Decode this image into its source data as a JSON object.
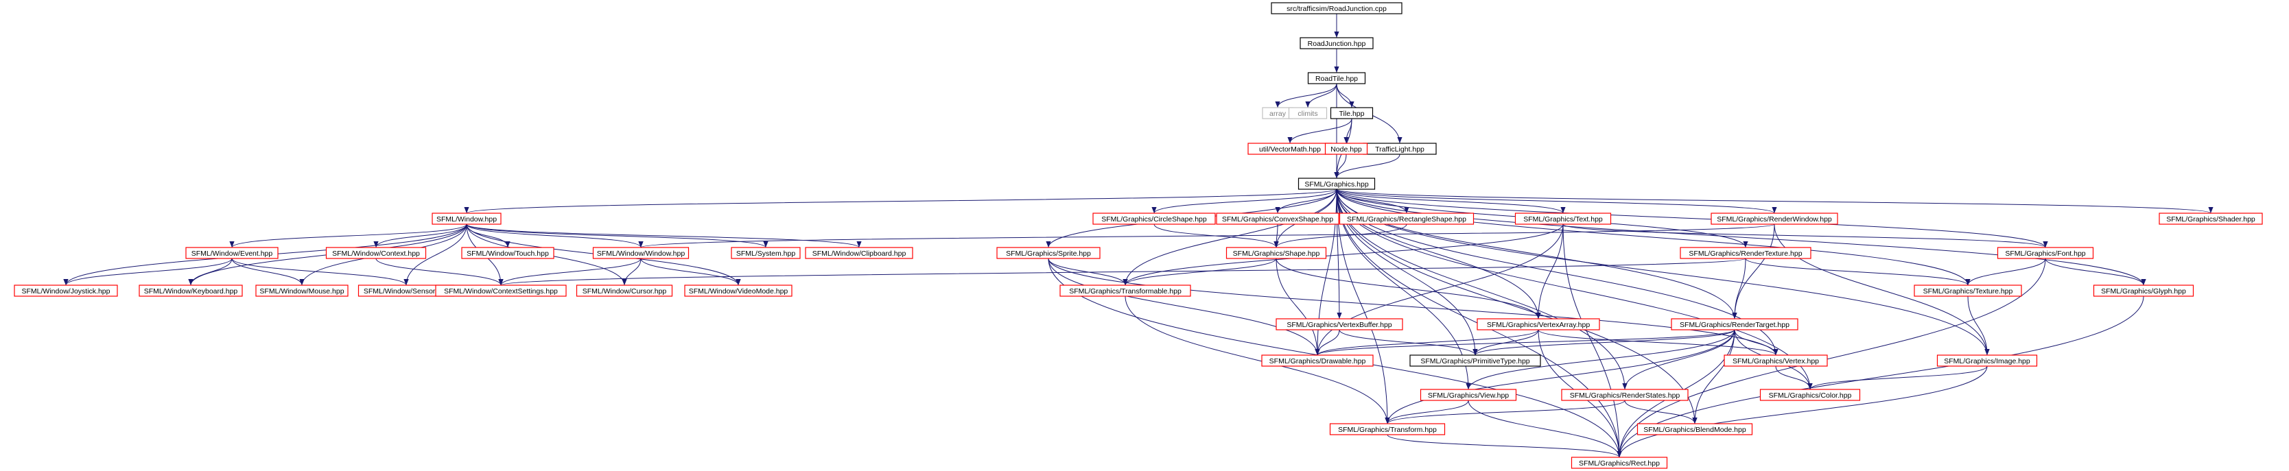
{
  "colors": {
    "edge": "#191970",
    "edge_gray": "#c0c0c0",
    "node_border_black": "#000000",
    "node_border_red": "#ff0000",
    "node_border_gray": "#c0c0c0",
    "root_fill": "#bfbfbf",
    "text_gray": "#7f7f7f"
  },
  "nodes": [
    {
      "id": "root",
      "label": "src/trafficsim/RoadJunction.cpp",
      "style": "root"
    },
    {
      "id": "rj",
      "label": "RoadJunction.hpp",
      "style": "black"
    },
    {
      "id": "rt",
      "label": "RoadTile.hpp",
      "style": "black"
    },
    {
      "id": "array",
      "label": "array",
      "style": "gray"
    },
    {
      "id": "climits",
      "label": "climits",
      "style": "gray"
    },
    {
      "id": "tile",
      "label": "Tile.hpp",
      "style": "black"
    },
    {
      "id": "tl",
      "label": "TrafficLight.hpp",
      "style": "black"
    },
    {
      "id": "vecmath",
      "label": "util/VectorMath.hpp",
      "style": "red"
    },
    {
      "id": "node",
      "label": "Node.hpp",
      "style": "red"
    },
    {
      "id": "gfx",
      "label": "SFML/Graphics.hpp",
      "style": "black"
    },
    {
      "id": "window",
      "label": "SFML/Window.hpp",
      "style": "red"
    },
    {
      "id": "circ",
      "label": "SFML/Graphics/CircleShape.hpp",
      "style": "red"
    },
    {
      "id": "conv",
      "label": "SFML/Graphics/ConvexShape.hpp",
      "style": "red"
    },
    {
      "id": "rect",
      "label": "SFML/Graphics/RectangleShape.hpp",
      "style": "red"
    },
    {
      "id": "text",
      "label": "SFML/Graphics/Text.hpp",
      "style": "red"
    },
    {
      "id": "rwin",
      "label": "SFML/Graphics/RenderWindow.hpp",
      "style": "red"
    },
    {
      "id": "shader",
      "label": "SFML/Graphics/Shader.hpp",
      "style": "red"
    },
    {
      "id": "event",
      "label": "SFML/Window/Event.hpp",
      "style": "red"
    },
    {
      "id": "wctx",
      "label": "SFML/Window/Context.hpp",
      "style": "red"
    },
    {
      "id": "touch",
      "label": "SFML/Window/Touch.hpp",
      "style": "red"
    },
    {
      "id": "wwin",
      "label": "SFML/Window/Window.hpp",
      "style": "red"
    },
    {
      "id": "system",
      "label": "SFML/System.hpp",
      "style": "red"
    },
    {
      "id": "clip",
      "label": "SFML/Window/Clipboard.hpp",
      "style": "red"
    },
    {
      "id": "sprite",
      "label": "SFML/Graphics/Sprite.hpp",
      "style": "red"
    },
    {
      "id": "shape",
      "label": "SFML/Graphics/Shape.hpp",
      "style": "red"
    },
    {
      "id": "rtex",
      "label": "SFML/Graphics/RenderTexture.hpp",
      "style": "red"
    },
    {
      "id": "font",
      "label": "SFML/Graphics/Font.hpp",
      "style": "red"
    },
    {
      "id": "joy",
      "label": "SFML/Window/Joystick.hpp",
      "style": "red"
    },
    {
      "id": "kbd",
      "label": "SFML/Window/Keyboard.hpp",
      "style": "red"
    },
    {
      "id": "mouse",
      "label": "SFML/Window/Mouse.hpp",
      "style": "red"
    },
    {
      "id": "sensor",
      "label": "SFML/Window/Sensor.hpp",
      "style": "red"
    },
    {
      "id": "ctxset",
      "label": "SFML/Window/ContextSettings.hpp",
      "style": "red"
    },
    {
      "id": "cursor",
      "label": "SFML/Window/Cursor.hpp",
      "style": "red"
    },
    {
      "id": "vmode",
      "label": "SFML/Window/VideoMode.hpp",
      "style": "red"
    },
    {
      "id": "xform",
      "label": "SFML/Graphics/Transformable.hpp",
      "style": "red"
    },
    {
      "id": "vbuf",
      "label": "SFML/Graphics/VertexBuffer.hpp",
      "style": "red"
    },
    {
      "id": "varr",
      "label": "SFML/Graphics/VertexArray.hpp",
      "style": "red"
    },
    {
      "id": "rtgt",
      "label": "SFML/Graphics/RenderTarget.hpp",
      "style": "red"
    },
    {
      "id": "tex",
      "label": "SFML/Graphics/Texture.hpp",
      "style": "red"
    },
    {
      "id": "glyph",
      "label": "SFML/Graphics/Glyph.hpp",
      "style": "red"
    },
    {
      "id": "draw",
      "label": "SFML/Graphics/Drawable.hpp",
      "style": "red"
    },
    {
      "id": "prim",
      "label": "SFML/Graphics/PrimitiveType.hpp",
      "style": "black"
    },
    {
      "id": "vert",
      "label": "SFML/Graphics/Vertex.hpp",
      "style": "red"
    },
    {
      "id": "image",
      "label": "SFML/Graphics/Image.hpp",
      "style": "red"
    },
    {
      "id": "view",
      "label": "SFML/Graphics/View.hpp",
      "style": "red"
    },
    {
      "id": "rstate",
      "label": "SFML/Graphics/RenderStates.hpp",
      "style": "red"
    },
    {
      "id": "color",
      "label": "SFML/Graphics/Color.hpp",
      "style": "red"
    },
    {
      "id": "trans",
      "label": "SFML/Graphics/Transform.hpp",
      "style": "red"
    },
    {
      "id": "blend",
      "label": "SFML/Graphics/BlendMode.hpp",
      "style": "red"
    },
    {
      "id": "grect",
      "label": "SFML/Graphics/Rect.hpp",
      "style": "red"
    }
  ],
  "edges": [
    [
      "root",
      "rj"
    ],
    [
      "rj",
      "rt"
    ],
    [
      "rt",
      "array"
    ],
    [
      "rt",
      "climits"
    ],
    [
      "rt",
      "tile"
    ],
    [
      "rt",
      "tl"
    ],
    [
      "rt",
      "gfx"
    ],
    [
      "tile",
      "vecmath"
    ],
    [
      "tile",
      "node"
    ],
    [
      "tile",
      "gfx"
    ],
    [
      "node",
      "gfx"
    ],
    [
      "tl",
      "gfx"
    ],
    [
      "gfx",
      "window"
    ],
    [
      "gfx",
      "circ"
    ],
    [
      "gfx",
      "conv"
    ],
    [
      "gfx",
      "rect"
    ],
    [
      "gfx",
      "text"
    ],
    [
      "gfx",
      "rwin"
    ],
    [
      "gfx",
      "shader"
    ],
    [
      "gfx",
      "sprite"
    ],
    [
      "gfx",
      "shape"
    ],
    [
      "gfx",
      "rtex"
    ],
    [
      "gfx",
      "font"
    ],
    [
      "gfx",
      "xform"
    ],
    [
      "gfx",
      "vbuf"
    ],
    [
      "gfx",
      "varr"
    ],
    [
      "gfx",
      "rtgt"
    ],
    [
      "gfx",
      "tex"
    ],
    [
      "gfx",
      "glyph"
    ],
    [
      "gfx",
      "draw"
    ],
    [
      "gfx",
      "prim"
    ],
    [
      "gfx",
      "vert"
    ],
    [
      "gfx",
      "image"
    ],
    [
      "gfx",
      "view"
    ],
    [
      "gfx",
      "rstate"
    ],
    [
      "gfx",
      "color"
    ],
    [
      "gfx",
      "trans"
    ],
    [
      "gfx",
      "blend"
    ],
    [
      "gfx",
      "grect"
    ],
    [
      "window",
      "event"
    ],
    [
      "window",
      "wctx"
    ],
    [
      "window",
      "touch"
    ],
    [
      "window",
      "wwin"
    ],
    [
      "window",
      "system"
    ],
    [
      "window",
      "clip"
    ],
    [
      "window",
      "joy"
    ],
    [
      "window",
      "kbd"
    ],
    [
      "window",
      "mouse"
    ],
    [
      "window",
      "sensor"
    ],
    [
      "window",
      "ctxset"
    ],
    [
      "window",
      "cursor"
    ],
    [
      "window",
      "vmode"
    ],
    [
      "event",
      "joy"
    ],
    [
      "event",
      "kbd"
    ],
    [
      "event",
      "mouse"
    ],
    [
      "event",
      "sensor"
    ],
    [
      "wctx",
      "ctxset"
    ],
    [
      "wwin",
      "ctxset"
    ],
    [
      "wwin",
      "cursor"
    ],
    [
      "wwin",
      "vmode"
    ],
    [
      "circ",
      "shape"
    ],
    [
      "conv",
      "shape"
    ],
    [
      "rect",
      "shape"
    ],
    [
      "text",
      "draw"
    ],
    [
      "text",
      "xform"
    ],
    [
      "text",
      "font"
    ],
    [
      "text",
      "varr"
    ],
    [
      "text",
      "grect"
    ],
    [
      "rwin",
      "rtgt"
    ],
    [
      "rwin",
      "image"
    ],
    [
      "rwin",
      "wwin"
    ],
    [
      "rtex",
      "rtgt"
    ],
    [
      "rtex",
      "tex"
    ],
    [
      "rtex",
      "ctxset"
    ],
    [
      "font",
      "glyph"
    ],
    [
      "font",
      "tex"
    ],
    [
      "font",
      "grect"
    ],
    [
      "sprite",
      "draw"
    ],
    [
      "sprite",
      "xform"
    ],
    [
      "sprite",
      "vert"
    ],
    [
      "sprite",
      "grect"
    ],
    [
      "shape",
      "draw"
    ],
    [
      "shape",
      "xform"
    ],
    [
      "shape",
      "varr"
    ],
    [
      "xform",
      "trans"
    ],
    [
      "vbuf",
      "draw"
    ],
    [
      "vbuf",
      "prim"
    ],
    [
      "varr",
      "draw"
    ],
    [
      "varr",
      "prim"
    ],
    [
      "varr",
      "vert"
    ],
    [
      "varr",
      "grect"
    ],
    [
      "rtgt",
      "draw"
    ],
    [
      "rtgt",
      "prim"
    ],
    [
      "rtgt",
      "vert"
    ],
    [
      "rtgt",
      "view"
    ],
    [
      "rtgt",
      "rstate"
    ],
    [
      "rtgt",
      "color"
    ],
    [
      "rtgt",
      "grect"
    ],
    [
      "rtgt",
      "blend"
    ],
    [
      "rtgt",
      "trans"
    ],
    [
      "tex",
      "image"
    ],
    [
      "glyph",
      "grect"
    ],
    [
      "vert",
      "color"
    ],
    [
      "image",
      "color"
    ],
    [
      "image",
      "grect"
    ],
    [
      "view",
      "trans"
    ],
    [
      "view",
      "grect"
    ],
    [
      "rstate",
      "blend"
    ],
    [
      "rstate",
      "trans"
    ],
    [
      "trans",
      "grect"
    ]
  ]
}
